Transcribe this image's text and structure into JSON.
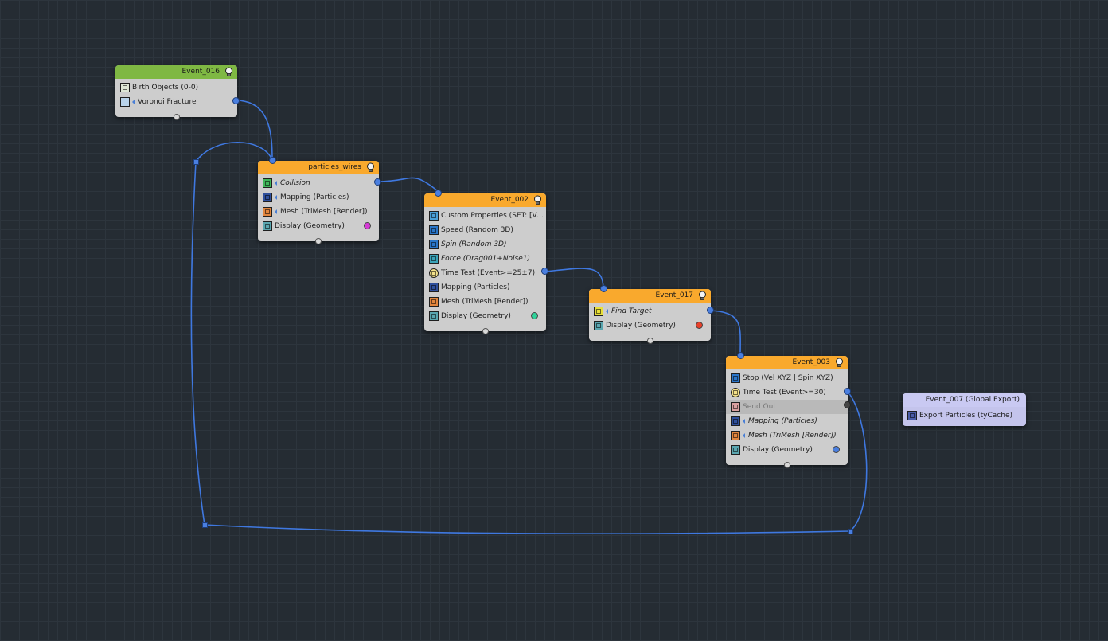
{
  "colors": {
    "background": "#252c33",
    "wire": "#3f78e0",
    "header_birth": "#7fb843",
    "header_event": "#f9a92d",
    "header_global": "#c9c9f2",
    "node_body": "#cdcdcd",
    "global_body": "#c4c4ec"
  },
  "nodes": {
    "event_016": {
      "title": "Event_016",
      "operators": [
        {
          "label": "Birth Objects (0-0)",
          "icon": "birth-objects-icon"
        },
        {
          "label": "Voronoi Fracture",
          "icon": "voronoi-fracture-icon"
        }
      ]
    },
    "particles_wires": {
      "title": "particles_wires",
      "operators": [
        {
          "label": "Collision",
          "icon": "collision-icon"
        },
        {
          "label": "Mapping (Particles)",
          "icon": "mapping-icon"
        },
        {
          "label": "Mesh (TriMesh [Render])",
          "icon": "mesh-icon"
        },
        {
          "label": "Display (Geometry)",
          "icon": "display-icon",
          "dot_color": "#d63ad6"
        }
      ]
    },
    "event_002": {
      "title": "Event_002",
      "operators": [
        {
          "label": "Custom Properties (SET: [Ve...",
          "icon": "custom-properties-icon"
        },
        {
          "label": "Speed (Random 3D)",
          "icon": "speed-icon"
        },
        {
          "label": "Spin (Random 3D)",
          "icon": "spin-icon"
        },
        {
          "label": "Force (Drag001+Noise1)",
          "icon": "force-icon"
        },
        {
          "label": "Time Test (Event>=25±7)",
          "icon": "time-test-icon"
        },
        {
          "label": "Mapping (Particles)",
          "icon": "mapping-icon"
        },
        {
          "label": "Mesh (TriMesh [Render])",
          "icon": "mesh-icon"
        },
        {
          "label": "Display (Geometry)",
          "icon": "display-icon",
          "dot_color": "#2fd39a"
        }
      ]
    },
    "event_017": {
      "title": "Event_017",
      "operators": [
        {
          "label": "Find Target",
          "icon": "find-target-icon"
        },
        {
          "label": "Display (Geometry)",
          "icon": "display-icon",
          "dot_color": "#e8402a"
        }
      ]
    },
    "event_003": {
      "title": "Event_003",
      "operators": [
        {
          "label": "Stop (Vel XYZ | Spin XYZ)",
          "icon": "stop-icon"
        },
        {
          "label": "Time Test (Event>=30)",
          "icon": "time-test-icon"
        },
        {
          "label": "Send Out",
          "icon": "send-out-icon"
        },
        {
          "label": "Mapping (Particles)",
          "icon": "mapping-icon"
        },
        {
          "label": "Mesh (TriMesh [Render])",
          "icon": "mesh-icon"
        },
        {
          "label": "Display (Geometry)",
          "icon": "display-icon",
          "dot_color": "#4a7fe0"
        }
      ]
    },
    "event_007": {
      "title": "Event_007 (Global Export)",
      "operators": [
        {
          "label": "Export Particles (tyCache)",
          "icon": "export-particles-icon"
        }
      ]
    }
  }
}
